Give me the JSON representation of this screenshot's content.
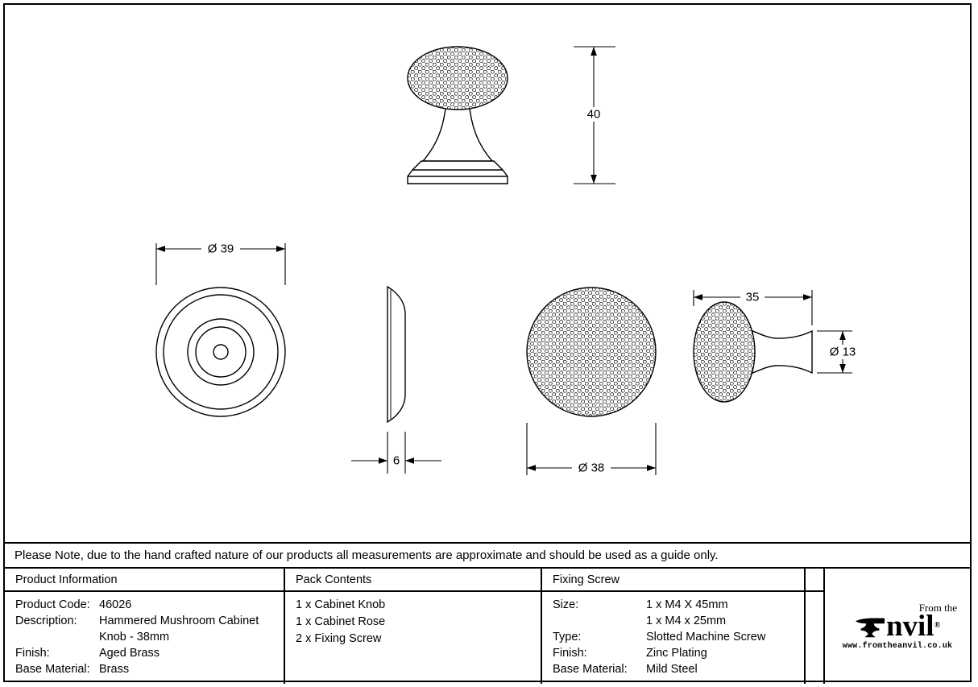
{
  "drawings": {
    "knob_height": "40",
    "rose_diameter": "Ø 39",
    "rose_depth": "6",
    "knob_diameter": "Ø 38",
    "knob_projection": "35",
    "neck_diameter": "Ø 13"
  },
  "note": "Please Note, due to the hand crafted nature of our products all measurements are approximate and should be used as a guide only.",
  "table": {
    "columns": {
      "product_information": {
        "header": "Product Information",
        "rows": [
          {
            "label": "Product Code:",
            "value": "46026"
          },
          {
            "label": "Description:",
            "value": "Hammered Mushroom Cabinet Knob - 38mm"
          },
          {
            "label": "Finish:",
            "value": "Aged Brass"
          },
          {
            "label": "Base Material:",
            "value": "Brass"
          }
        ]
      },
      "pack_contents": {
        "header": "Pack Contents",
        "items": [
          "1 x Cabinet Knob",
          "1 x Cabinet Rose",
          "2 x Fixing Screw"
        ]
      },
      "fixing_screw": {
        "header": "Fixing Screw",
        "rows": [
          {
            "label": "Size:",
            "value": "1 x M4 X 45mm"
          },
          {
            "label": "",
            "value": "1 x M4 x 25mm"
          },
          {
            "label": "Type:",
            "value": "Slotted Machine Screw"
          },
          {
            "label": "Finish:",
            "value": "Zinc Plating"
          },
          {
            "label": "Base Material:",
            "value": "Mild Steel"
          }
        ]
      }
    }
  },
  "logo": {
    "tagline": "From the",
    "brand": "nvil",
    "mark": "®",
    "website": "www.fromtheanvil.co.uk"
  },
  "colors": {
    "line": "#000000",
    "background": "#ffffff"
  }
}
